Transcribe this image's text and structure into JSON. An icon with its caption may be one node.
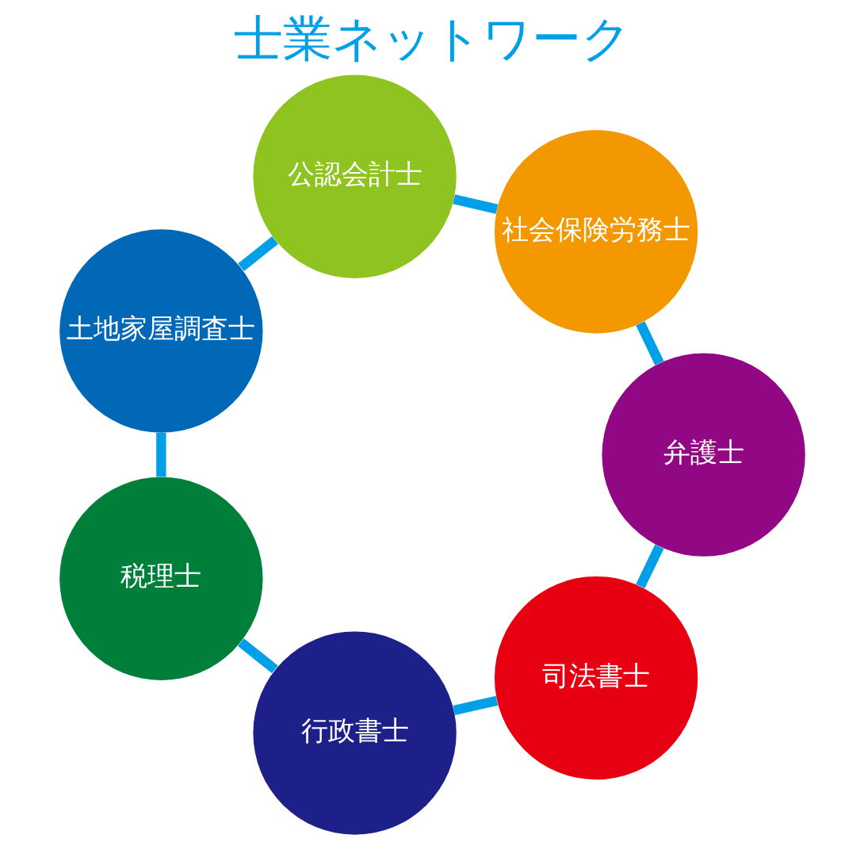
{
  "diagram": {
    "title": "士業ネットワーク",
    "nodes": [
      {
        "text": [
          "司法書士"
        ]
      },
      {
        "text": [
          "行政書士"
        ]
      },
      {
        "text": [
          "税理士"
        ]
      },
      {
        "text": [
          "土地家屋調査士"
        ]
      },
      {
        "text": [
          "公認会計士"
        ]
      },
      {
        "text": [
          "社会保険労務士"
        ]
      },
      {
        "text": [
          "弁護士"
        ]
      }
    ],
    "edges": [
      {
        "from": 0,
        "to": 1,
        "arrow": "none"
      },
      {
        "from": 1,
        "to": 2,
        "arrow": "none"
      },
      {
        "from": 2,
        "to": 3,
        "arrow": "none"
      },
      {
        "from": 3,
        "to": 4,
        "arrow": "none"
      },
      {
        "from": 4,
        "to": 5,
        "arrow": "none"
      },
      {
        "from": 5,
        "to": 6,
        "arrow": "none"
      },
      {
        "from": 6,
        "to": 0,
        "arrow": "none"
      }
    ]
  }
}
